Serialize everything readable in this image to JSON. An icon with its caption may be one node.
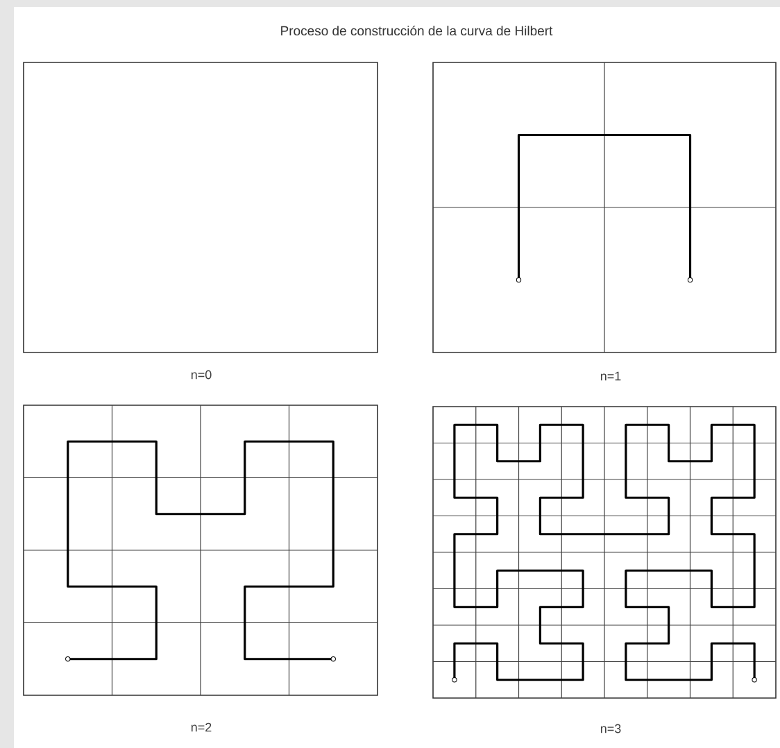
{
  "diagram": {
    "title": "Proceso de construcción de la curva de Hilbert",
    "labels": [
      "n=0",
      "n=1",
      "n=2",
      "n=3"
    ]
  }
}
